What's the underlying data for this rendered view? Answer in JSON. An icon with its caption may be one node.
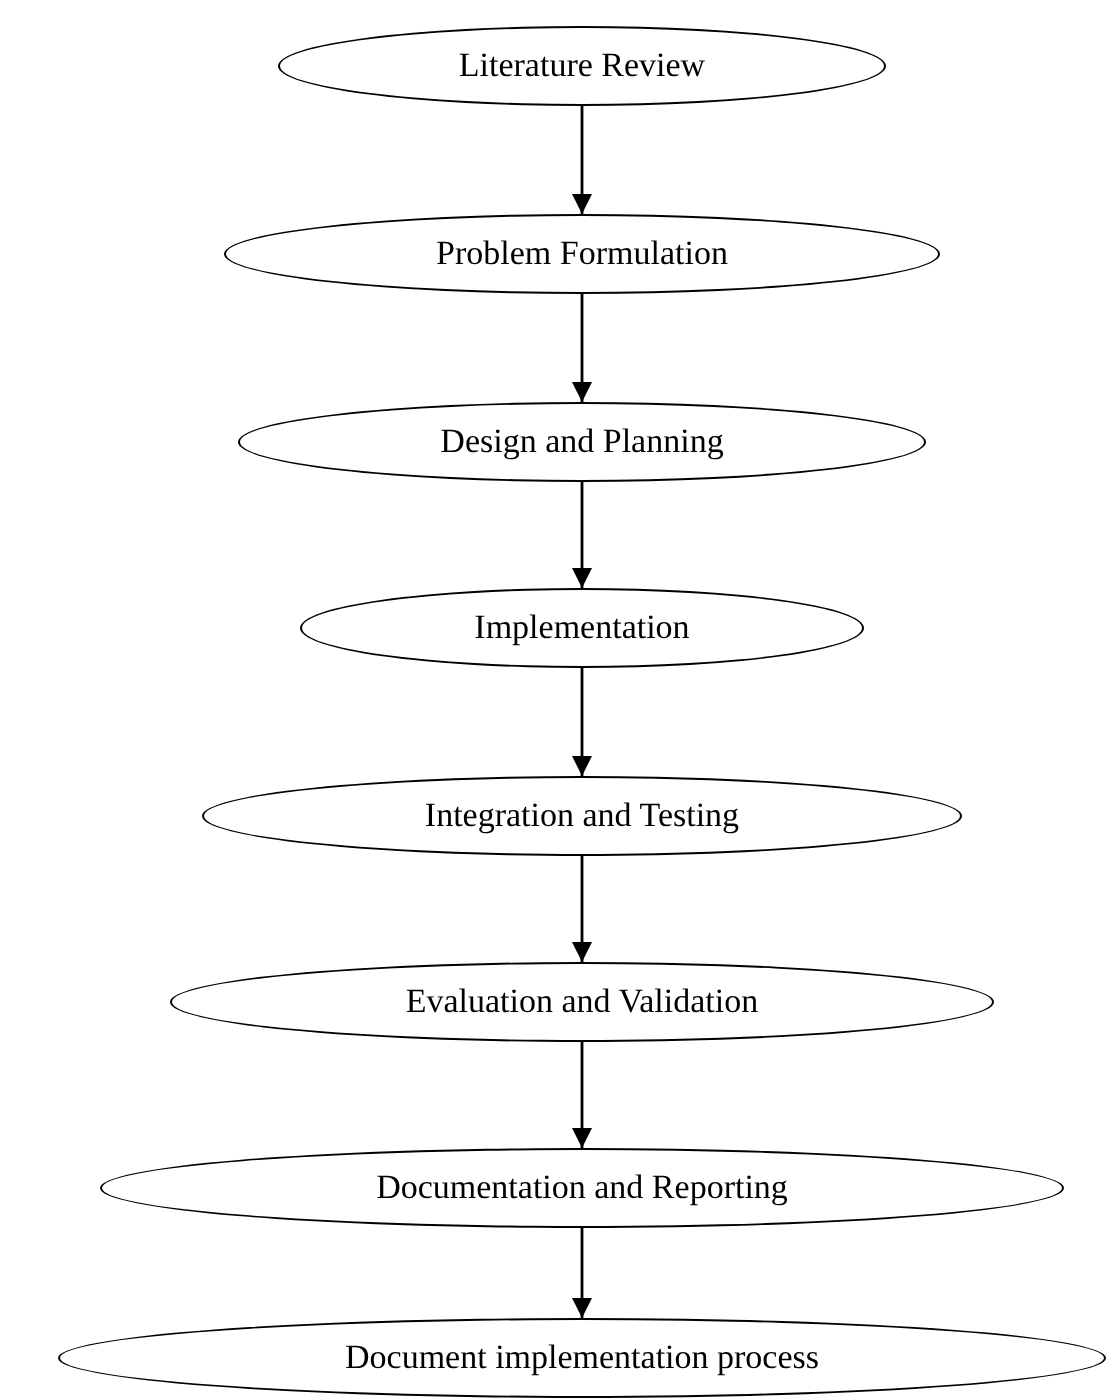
{
  "diagram": {
    "nodes": [
      {
        "text": [
          "Literature Review"
        ]
      },
      {
        "text": [
          "Problem Formulation"
        ]
      },
      {
        "text": [
          "Design and Planning"
        ]
      },
      {
        "text": [
          "Implementation"
        ]
      },
      {
        "text": [
          "Integration and Testing"
        ]
      },
      {
        "text": [
          "Evaluation and Validation"
        ]
      },
      {
        "text": [
          "Documentation and Reporting"
        ]
      },
      {
        "text": [
          "Document implementation process"
        ]
      }
    ],
    "edges": [
      {
        "from": 0,
        "to": 1,
        "arrow": "to"
      },
      {
        "from": 1,
        "to": 2,
        "arrow": "to"
      },
      {
        "from": 2,
        "to": 3,
        "arrow": "to"
      },
      {
        "from": 3,
        "to": 4,
        "arrow": "to"
      },
      {
        "from": 4,
        "to": 5,
        "arrow": "to"
      },
      {
        "from": 5,
        "to": 6,
        "arrow": "to"
      },
      {
        "from": 6,
        "to": 7,
        "arrow": "to"
      }
    ]
  }
}
